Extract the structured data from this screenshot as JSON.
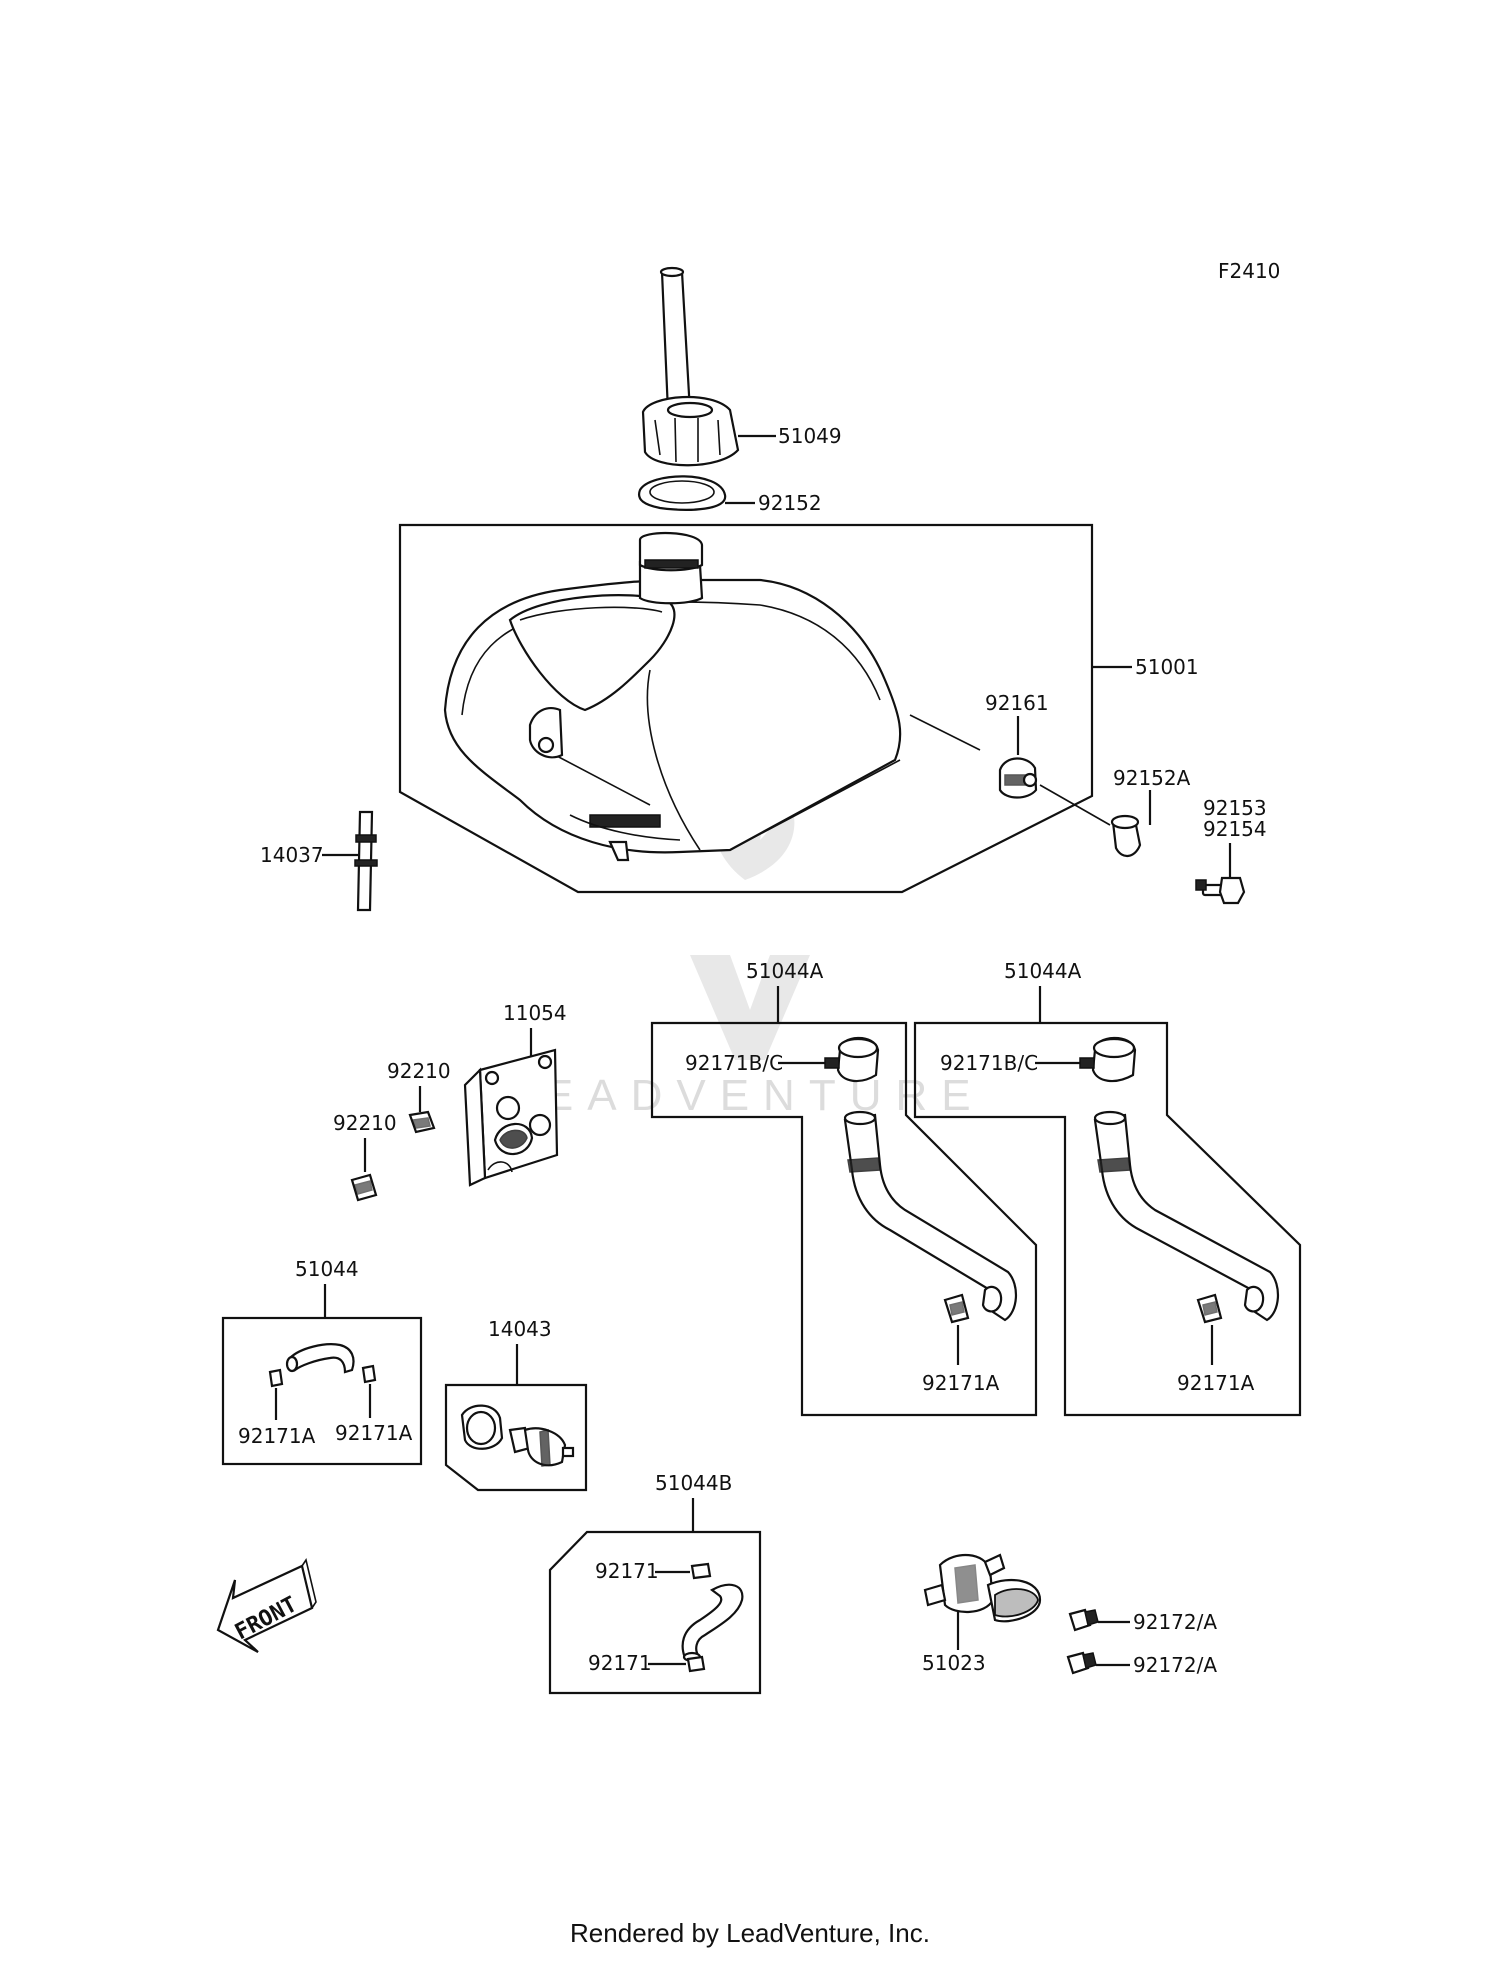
{
  "figure_code": "F2410",
  "footer": "Rendered by LeadVenture, Inc.",
  "watermark": "LEADVENTURE",
  "front_label": "FRONT",
  "callouts": {
    "c51049": "51049",
    "c92152": "92152",
    "c51001": "51001",
    "c92161": "92161",
    "c92152A": "92152A",
    "c92153": "92153",
    "c92154": "92154",
    "c14037": "14037",
    "c11054": "11054",
    "c92210_top": "92210",
    "c92210_bottom": "92210",
    "c51044A_left": "51044A",
    "c51044A_right": "51044A",
    "c92171BC_left": "92171B/C",
    "c92171BC_right": "92171B/C",
    "c92171A_left_box": "92171A",
    "c92171A_right_box": "92171A",
    "c51044": "51044",
    "c92171A_a": "92171A",
    "c92171A_b": "92171A",
    "c14043": "14043",
    "c51044B": "51044B",
    "c92171_top": "92171",
    "c92171_bottom": "92171",
    "c51023": "51023",
    "c92172A_top": "92172/A",
    "c92172A_bottom": "92172/A"
  }
}
